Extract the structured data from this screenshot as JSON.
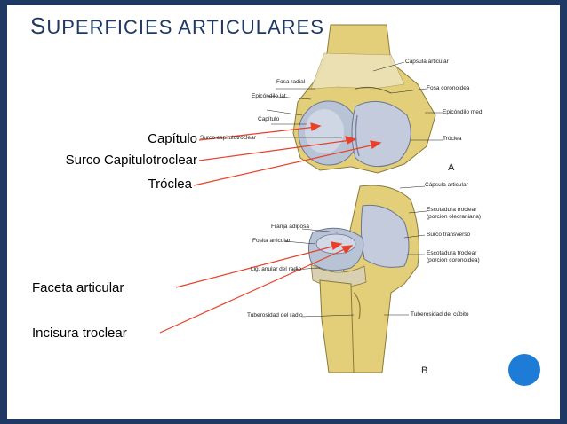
{
  "title": {
    "first": "S",
    "rest": "UPERFICIES ARTICULARES"
  },
  "labels": {
    "capitulo": "Capítulo",
    "surco": "Surco Capitulotroclear",
    "troclea": "Tróclea",
    "faceta": "Faceta articular",
    "incisura": "Incisura troclear"
  },
  "small_labels": {
    "capsula_articular_a": "Cápsula articular",
    "fosa_radial": "Fosa radial",
    "fosa_coronoidea": "Fosa coronoidea",
    "epicondilo_lat": "Epicóndilo lat.",
    "epicondilo_med": "Epicóndilo med",
    "capitulo_small": "Capítulo",
    "surco_small": "Surco capitulotroclear",
    "troclea_small": "Tróclea",
    "fig_a": "A",
    "capsula_articular_b": "Cápsula articular",
    "escotadura_troclear_olecraniana": "Escotadura troclear (porción olecraniana)",
    "franja_adiposa": "Franja adiposa",
    "surco_transverso": "Surco transverso",
    "fosita_articular": "Fosita articular",
    "escotadura_troclear_coronoidea": "Escotadura troclear (porción coronoidea)",
    "lig_anular": "Lig. anular del radio",
    "tuberosidad_radio": "Tuberosidad del radio",
    "tuberosidad_cubito": "Tuberosidad del cúbito",
    "fig_b": "B"
  },
  "colors": {
    "frame": "#1f3864",
    "arrow": "#e8402a",
    "bone": "#e3cf7a",
    "cartilage": "#b9c3d6",
    "accent_dot": "#1e7bd6"
  }
}
